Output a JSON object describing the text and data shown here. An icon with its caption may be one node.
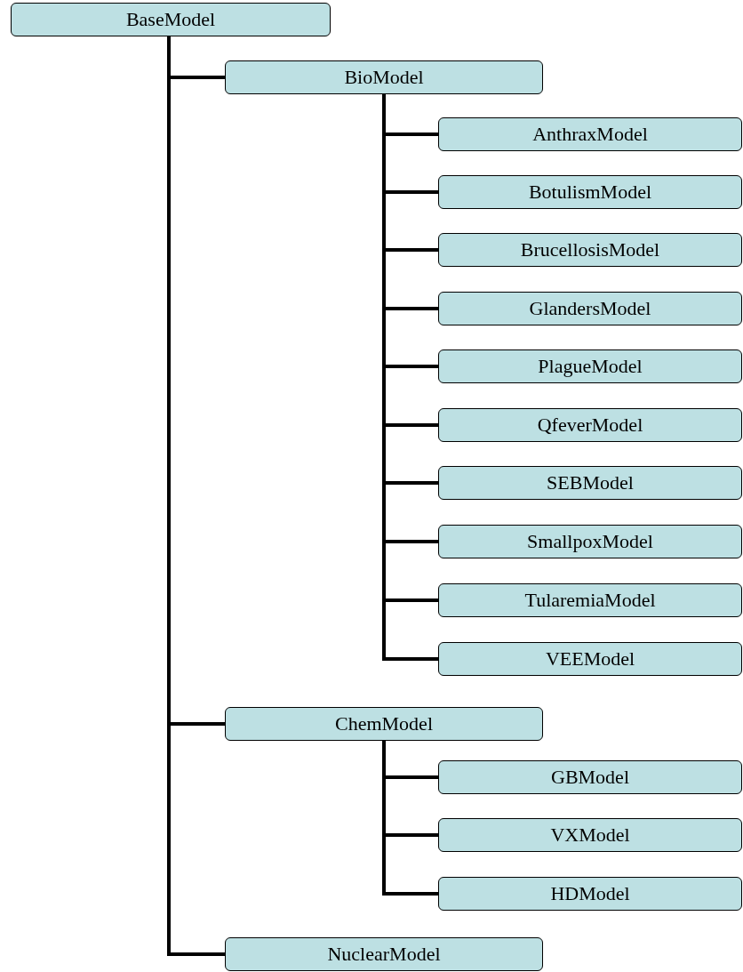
{
  "diagram": {
    "nodes": [
      {
        "text": [
          "BaseModel"
        ]
      },
      {
        "text": [
          "BioModel"
        ]
      },
      {
        "text": [
          "AnthraxModel"
        ]
      },
      {
        "text": [
          "BotulismModel"
        ]
      },
      {
        "text": [
          "BrucellosisModel"
        ]
      },
      {
        "text": [
          "GlandersModel"
        ]
      },
      {
        "text": [
          "PlagueModel"
        ]
      },
      {
        "text": [
          "QfeverModel"
        ]
      },
      {
        "text": [
          "SEBModel"
        ]
      },
      {
        "text": [
          "SmallpoxModel"
        ]
      },
      {
        "text": [
          "TularemiaModel"
        ]
      },
      {
        "text": [
          "VEEModel"
        ]
      },
      {
        "text": [
          "ChemModel"
        ]
      },
      {
        "text": [
          "GBModel"
        ]
      },
      {
        "text": [
          "VXModel"
        ]
      },
      {
        "text": [
          "HDModel"
        ]
      },
      {
        "text": [
          "NuclearModel"
        ]
      }
    ],
    "edges": [
      {
        "from": 0,
        "to": 1,
        "arrow": "none"
      },
      {
        "from": 1,
        "to": 2,
        "arrow": "none"
      },
      {
        "from": 1,
        "to": 3,
        "arrow": "none"
      },
      {
        "from": 1,
        "to": 4,
        "arrow": "none"
      },
      {
        "from": 1,
        "to": 5,
        "arrow": "none"
      },
      {
        "from": 1,
        "to": 6,
        "arrow": "none"
      },
      {
        "from": 1,
        "to": 7,
        "arrow": "none"
      },
      {
        "from": 1,
        "to": 8,
        "arrow": "none"
      },
      {
        "from": 1,
        "to": 9,
        "arrow": "none"
      },
      {
        "from": 1,
        "to": 10,
        "arrow": "none"
      },
      {
        "from": 1,
        "to": 11,
        "arrow": "none"
      },
      {
        "from": 0,
        "to": 12,
        "arrow": "none"
      },
      {
        "from": 12,
        "to": 13,
        "arrow": "none"
      },
      {
        "from": 12,
        "to": 14,
        "arrow": "none"
      },
      {
        "from": 12,
        "to": 15,
        "arrow": "none"
      },
      {
        "from": 0,
        "to": 16,
        "arrow": "none"
      }
    ]
  }
}
